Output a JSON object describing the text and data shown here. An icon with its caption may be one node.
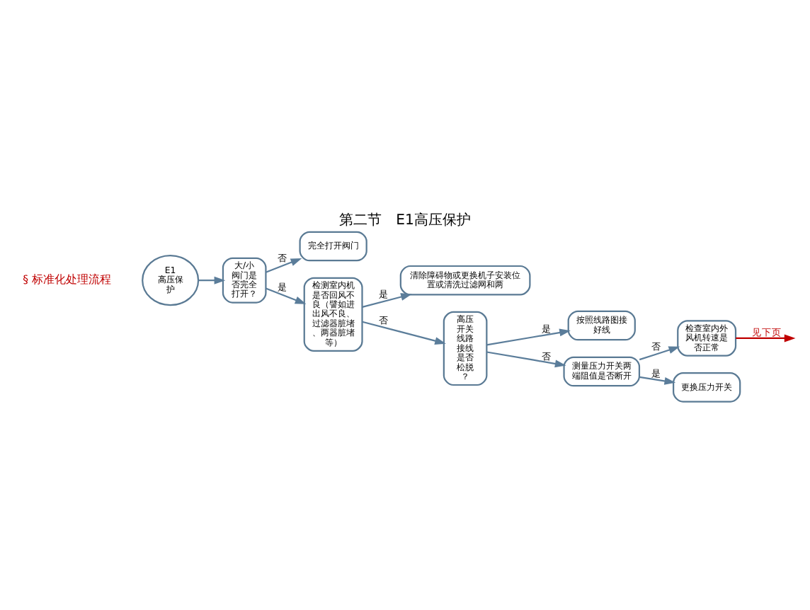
{
  "diagram": {
    "title": "第二节　E1高压保护",
    "nodes": [
      {
        "text": [
          "E1 高压保护"
        ]
      },
      {
        "text": [
          "大/小阀门是否完全打开？"
        ]
      },
      {
        "text": [
          "完全打开阀门"
        ]
      },
      {
        "text": [
          "检测室内机是否回风不良（譬如进出风不良、过滤器脏堵、两器脏堵等）"
        ]
      },
      {
        "text": [
          "清除障碍物或更换机子安装位置或清洗过滤网和两"
        ]
      },
      {
        "text": [
          "高压开关线路接线是否松脱？"
        ]
      },
      {
        "text": [
          "按照线路图接好线"
        ]
      },
      {
        "text": [
          "测量压力开关两端阻值是否断开"
        ]
      },
      {
        "text": [
          "检查室内外风机转速是否正常"
        ]
      },
      {
        "text": [
          "更换压力开关"
        ]
      }
    ],
    "edges": [
      {
        "from": 0,
        "to": 1,
        "arrow": "to"
      },
      {
        "from": 1,
        "to": 2,
        "arrow": "to",
        "label": "否"
      },
      {
        "from": 1,
        "to": 3,
        "arrow": "to",
        "label": "是"
      },
      {
        "from": 3,
        "to": 4,
        "arrow": "to",
        "label": "是"
      },
      {
        "from": 3,
        "to": 5,
        "arrow": "to",
        "label": "否"
      },
      {
        "from": 5,
        "to": 6,
        "arrow": "to",
        "label": "是"
      },
      {
        "from": 5,
        "to": 7,
        "arrow": "to",
        "label": "否"
      },
      {
        "from": 7,
        "to": 8,
        "arrow": "to",
        "label": "否"
      },
      {
        "from": 7,
        "to": 9,
        "arrow": "to",
        "label": "是"
      },
      {
        "from": 8,
        "to": null,
        "arrow": "to",
        "label": "见下页",
        "color": "#c00000"
      }
    ],
    "labels": [
      "§ 标准化处理流程"
    ]
  }
}
